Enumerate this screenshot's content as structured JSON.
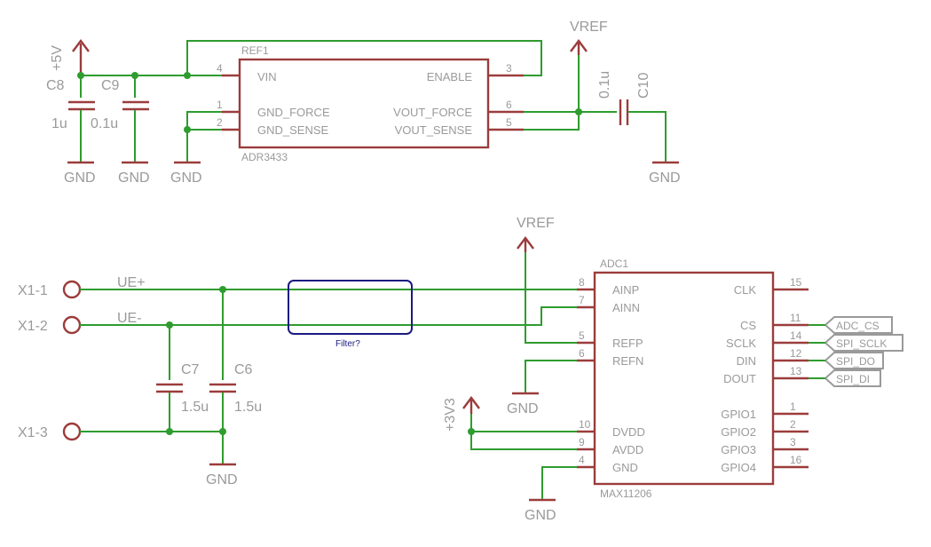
{
  "refs": {
    "ref1": "REF1",
    "adr": "ADR3433",
    "adc1": "ADC1",
    "max": "MAX11206",
    "filter": "Filter?"
  },
  "supplies": {
    "p5v": "+5V",
    "vref": "VREF",
    "p3v3": "+3V3",
    "gnd": "GND"
  },
  "caps": {
    "c8": {
      "name": "C8",
      "value": "1u"
    },
    "c9": {
      "name": "C9",
      "value": "0.1u"
    },
    "c10": {
      "name": "C10",
      "value": "0.1u"
    },
    "c7": {
      "name": "C7",
      "value": "1.5u"
    },
    "c6": {
      "name": "C6",
      "value": "1.5u"
    }
  },
  "ref_pins": {
    "vin": {
      "label": "VIN",
      "num": "4"
    },
    "gnd_force": {
      "label": "GND_FORCE",
      "num": "1"
    },
    "gnd_sense": {
      "label": "GND_SENSE",
      "num": "2"
    },
    "enable": {
      "label": "ENABLE",
      "num": "3"
    },
    "vout_force": {
      "label": "VOUT_FORCE",
      "num": "6"
    },
    "vout_sense": {
      "label": "VOUT_SENSE",
      "num": "5"
    }
  },
  "adc_left": [
    {
      "label": "AINP",
      "num": "8"
    },
    {
      "label": "AINN",
      "num": "7"
    },
    {
      "label": "REFP",
      "num": "5"
    },
    {
      "label": "REFN",
      "num": "6"
    },
    {
      "label": "DVDD",
      "num": "10"
    },
    {
      "label": "AVDD",
      "num": "9"
    },
    {
      "label": "GND",
      "num": "4"
    }
  ],
  "adc_right": [
    {
      "label": "CLK",
      "num": "15"
    },
    {
      "label": "CS",
      "num": "11"
    },
    {
      "label": "SCLK",
      "num": "14"
    },
    {
      "label": "DIN",
      "num": "12"
    },
    {
      "label": "DOUT",
      "num": "13"
    },
    {
      "label": "GPIO1",
      "num": "1"
    },
    {
      "label": "GPIO2",
      "num": "2"
    },
    {
      "label": "GPIO3",
      "num": "3"
    },
    {
      "label": "GPIO4",
      "num": "16"
    }
  ],
  "connectors": {
    "x1_1": "X1-1",
    "x1_2": "X1-2",
    "x1_3": "X1-3"
  },
  "nets": {
    "ue_p": "UE+",
    "ue_n": "UE-"
  },
  "bus_labels": {
    "adc_cs": "ADC_CS",
    "spi_sclk": "SPI_SCLK",
    "spi_do": "SPI_DO",
    "spi_di": "SPI_DI"
  },
  "colors": {
    "net": "#2e9c2e",
    "symbol": "#9c3c3c",
    "text": "#9a9a9a",
    "filter": "#1a1a80"
  }
}
